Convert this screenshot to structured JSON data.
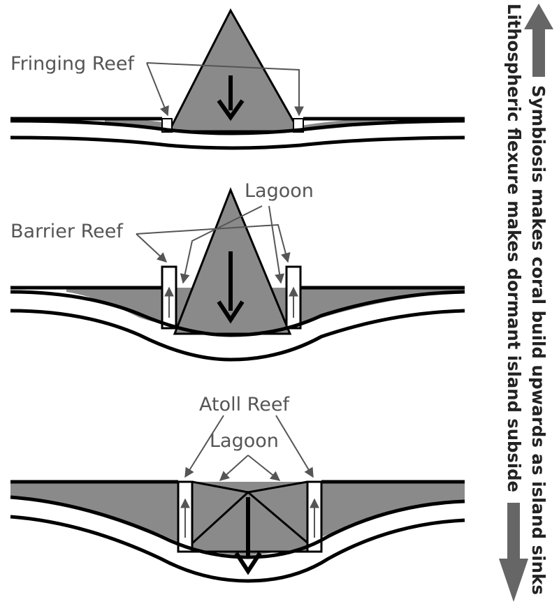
{
  "labels": {
    "fringing_reef": "Fringing Reef",
    "barrier_reef": "Barrier Reef",
    "lagoon_barrier": "Lagoon",
    "atoll_reef": "Atoll Reef",
    "lagoon_atoll": "Lagoon"
  },
  "side_text": {
    "symbiosis": "Symbiosis makes coral build upwards as island sinks",
    "flexure": "Lithospheric flexure makes dormant island subside"
  },
  "colors": {
    "fill_gray": "#8a8a8a",
    "outline": "#000000",
    "label": "#555555",
    "side_arrow": "#666666"
  }
}
